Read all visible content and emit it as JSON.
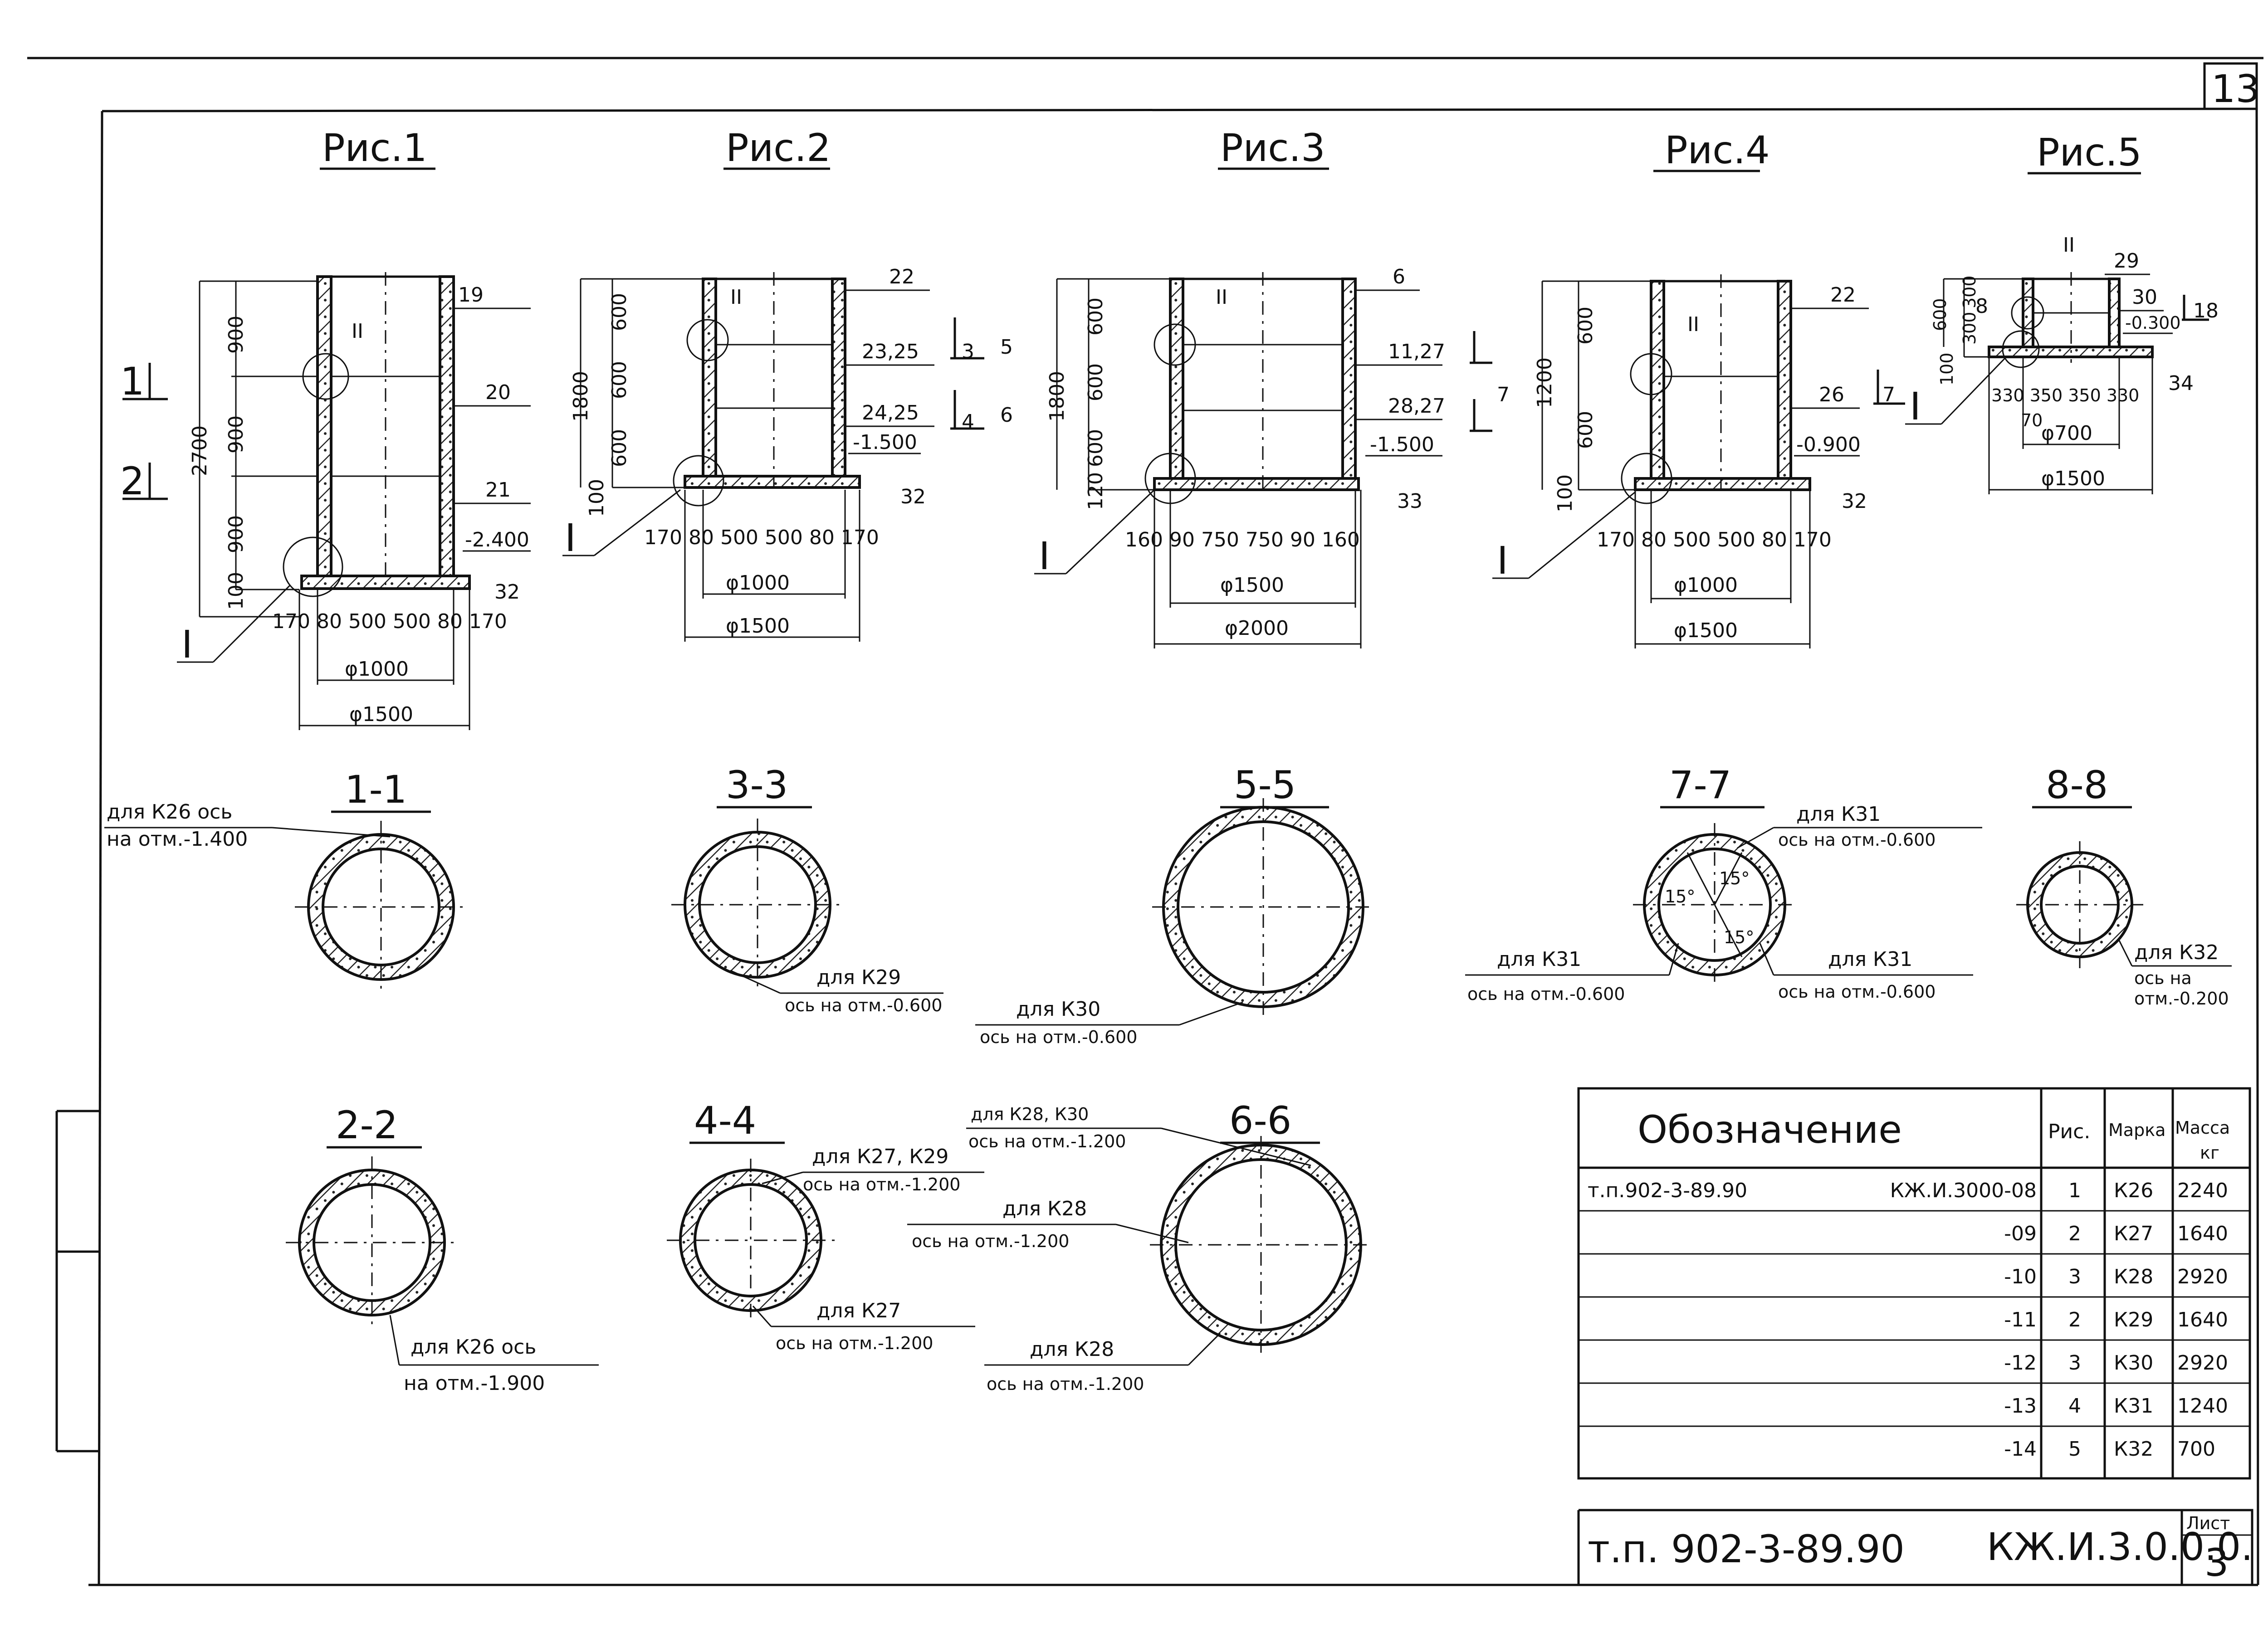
{
  "sheet_number": "13",
  "figures": [
    {
      "id": "fig1",
      "title": "Рис.1",
      "mark1": "19",
      "mark2": "20",
      "mark3": "21",
      "level": "-2.400",
      "base": "32",
      "dims_v": [
        "900",
        "900",
        "900",
        "100"
      ],
      "total": "2700",
      "dims_h": "170 80 500 500 80 170",
      "d_in": "φ1000",
      "d_out": "φ1500",
      "sec_a": "1",
      "sec_b": "2",
      "node1": "I",
      "node2": "II"
    },
    {
      "id": "fig2",
      "title": "Рис.2",
      "mark1": "22",
      "mark2": "23,25",
      "mark3": "24,25",
      "level": "-1.500",
      "base": "32",
      "dims_v": [
        "600",
        "600",
        "600",
        "100"
      ],
      "total": "1800",
      "dims_h": "170 80 500 500 80 170",
      "d_in": "φ1000",
      "d_out": "φ1500",
      "sec_a": "3",
      "sec_b": "4",
      "node1": "I",
      "node2": "II"
    },
    {
      "id": "fig3",
      "title": "Рис.3",
      "mark1": "6",
      "mark2": "11,27",
      "mark3": "28,27",
      "level": "-1.500",
      "base": "33",
      "dims_v": [
        "600",
        "600",
        "600",
        "120"
      ],
      "total": "1800",
      "dims_h": "160 90 750 750 90 160",
      "d_in": "φ1500",
      "d_out": "φ2000",
      "sec_a": "5",
      "sec_b": "6",
      "node1": "I",
      "node2": "II"
    },
    {
      "id": "fig4",
      "title": "Рис.4",
      "mark1": "22",
      "mark2": "26",
      "mark3": "",
      "level": "-0.900",
      "base": "32",
      "dims_v": [
        "600",
        "600",
        "100"
      ],
      "total": "1200",
      "dims_h": "170 80 500 500 80 170",
      "d_in": "φ1000",
      "d_out": "φ1500",
      "sec_a": "7",
      "sec_b": "",
      "node1": "I",
      "node2": "II"
    },
    {
      "id": "fig5",
      "title": "Рис.5",
      "mark1": "29",
      "mark2": "30",
      "mark3": "",
      "level": "-0.300",
      "base": "34",
      "dims_v": [
        "300",
        "300",
        "100"
      ],
      "total": "600",
      "dims_h": "330 350 350 330",
      "d_in": "φ700",
      "d_out": "φ1500",
      "sec_a": "8",
      "sec_b": "18",
      "node1": "I",
      "node2": "II",
      "wall": "70"
    }
  ],
  "sections": [
    {
      "id": "s11",
      "title": "1-1",
      "note1": "для К26 ось",
      "note2": "на отм.-1.400"
    },
    {
      "id": "s33",
      "title": "3-3",
      "note1": "для К29",
      "note2": "ось на отм.-0.600"
    },
    {
      "id": "s55",
      "title": "5-5",
      "note1": "для К30",
      "note2": "ось на отм.-0.600"
    },
    {
      "id": "s77",
      "title": "7-7",
      "note1": "для К31",
      "note2": "ось на отм.-0.600",
      "note3": "для К31",
      "note4": "ось на отм.-0.600",
      "note5": "для К31",
      "note6": "ось на отм.-0.600",
      "angle": "15°"
    },
    {
      "id": "s88",
      "title": "8-8",
      "note1": "для К32",
      "note2": "ось на",
      "note3": "отм.-0.200"
    },
    {
      "id": "s22",
      "title": "2-2",
      "note1": "для К26 ось",
      "note2": "на отм.-1.900"
    },
    {
      "id": "s44",
      "title": "4-4",
      "note1": "для К27, К29",
      "note2": "ось на отм.-1.200",
      "note3": "для К27",
      "note4": "ось на отм.-1.200"
    },
    {
      "id": "s66",
      "title": "6-6",
      "note1": "для К28, К30",
      "note2": "ось на отм.-1.200",
      "note3": "для К28",
      "note4": "ось на отм.-1.200",
      "note5": "для К28",
      "note6": "ось на отм.-1.200"
    }
  ],
  "table": {
    "head": {
      "designation": "Обозначение",
      "fig": "Рис.",
      "mark": "Марка",
      "mass": "Масса",
      "mass_unit": "кг"
    },
    "rows": [
      {
        "code": "т.п.902-3-89.90",
        "doc": "КЖ.И.3000-08",
        "fig": "1",
        "mark": "К26",
        "mass": "2240"
      },
      {
        "code": "",
        "doc": "-09",
        "fig": "2",
        "mark": "К27",
        "mass": "1640"
      },
      {
        "code": "",
        "doc": "-10",
        "fig": "3",
        "mark": "К28",
        "mass": "2920"
      },
      {
        "code": "",
        "doc": "-11",
        "fig": "2",
        "mark": "К29",
        "mass": "1640"
      },
      {
        "code": "",
        "doc": "-12",
        "fig": "3",
        "mark": "К30",
        "mass": "2920"
      },
      {
        "code": "",
        "doc": "-13",
        "fig": "4",
        "mark": "К31",
        "mass": "1240"
      },
      {
        "code": "",
        "doc": "-14",
        "fig": "5",
        "mark": "К32",
        "mass": "700"
      }
    ]
  },
  "stamp": {
    "code": "т.п. 902-3-89.90",
    "doc": "КЖ.И.3.0.0.0.",
    "sheet_label": "Лист",
    "sheet": "3"
  }
}
